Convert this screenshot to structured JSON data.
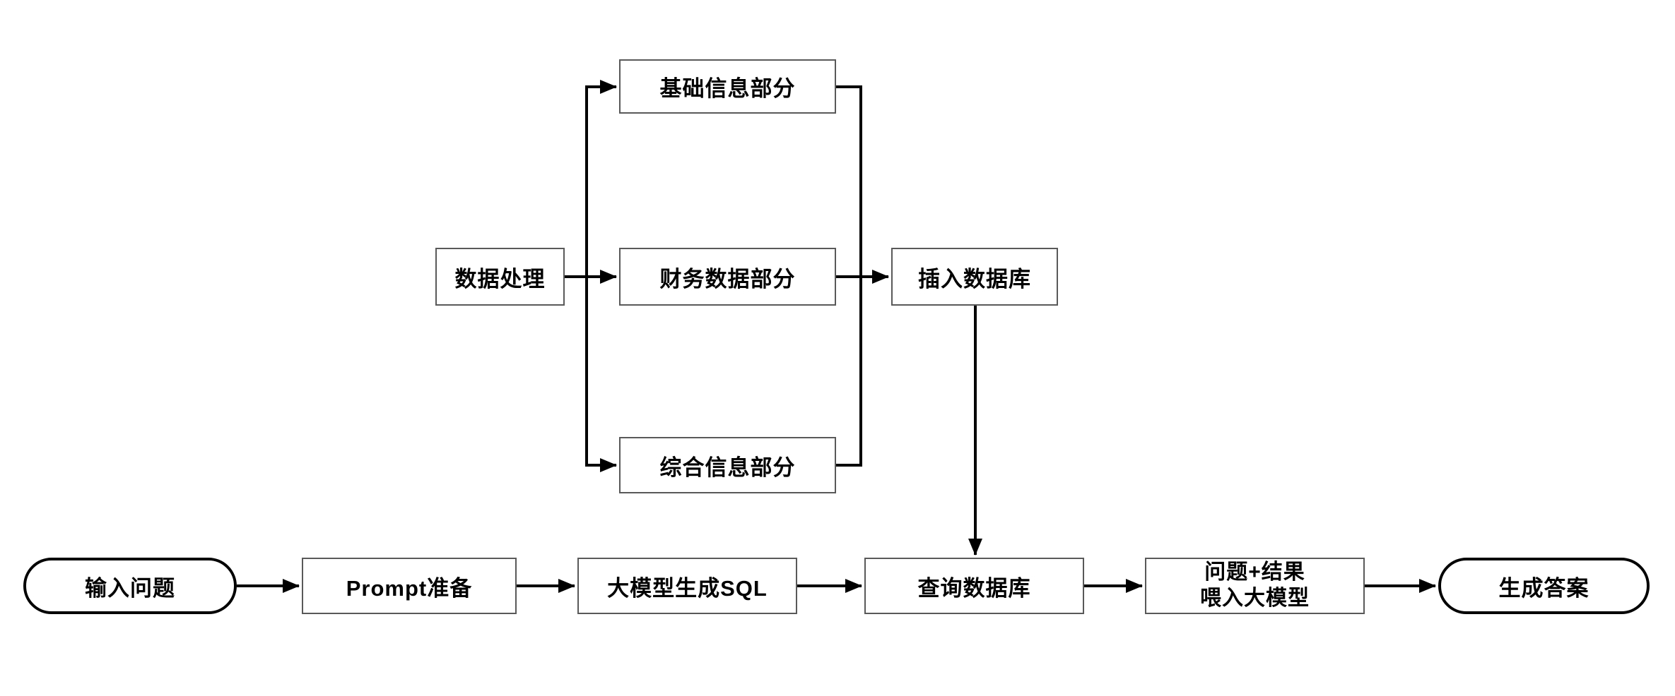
{
  "diagram": {
    "background": "#ffffff",
    "connector_color": "#000000",
    "rect_border_color": "#595959",
    "terminal_border_color": "#000000",
    "text_color": "#000000"
  },
  "nodes": {
    "data_processing": {
      "label": "数据处理"
    },
    "basic_info": {
      "label": "基础信息部分"
    },
    "financial_data": {
      "label": "财务数据部分"
    },
    "comprehensive_info": {
      "label": "综合信息部分"
    },
    "insert_database": {
      "label": "插入数据库"
    },
    "input_question": {
      "label": "输入问题"
    },
    "prompt_preparation": {
      "label": "Prompt准备"
    },
    "llm_generate_sql": {
      "label": "大模型生成SQL"
    },
    "query_database": {
      "label": "查询数据库"
    },
    "feed_llm": {
      "label_line1": "问题+结果",
      "label_line2": "喂入大模型"
    },
    "generate_answer": {
      "label": "生成答案"
    }
  }
}
